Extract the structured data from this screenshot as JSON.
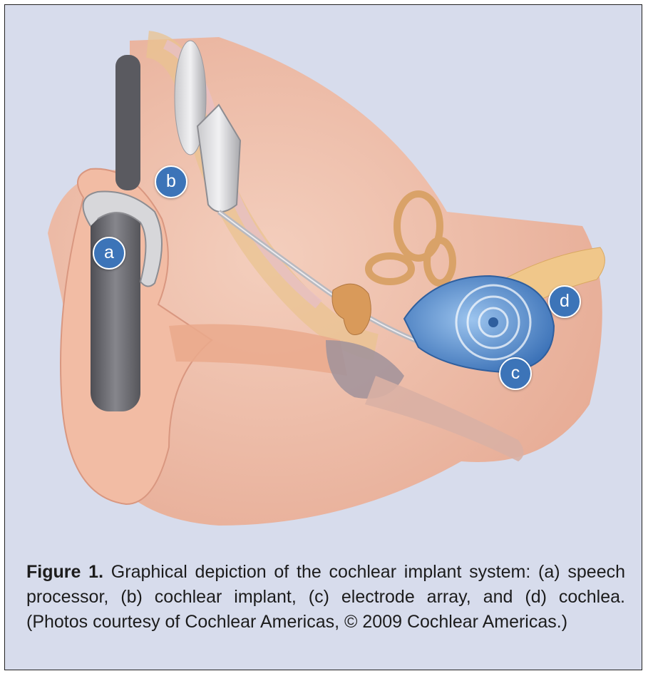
{
  "labels": {
    "a": "a",
    "b": "b",
    "c": "c",
    "d": "d"
  },
  "caption": {
    "figure_label": "Figure 1.",
    "text": "Graphical depiction of the cochlear implant system: (a) speech processor, (b) cochlear implant, (c) electrode array, and (d) cochlea. (Photos courtesy of Cochlear Americas, © 2009 Cochlear Americas.)"
  },
  "colors": {
    "background": "#d7dcec",
    "marker": "#3c74b8",
    "cochlea": "#5a8fd0",
    "skin": "#f0b59c",
    "processor": "#6b6b70"
  }
}
